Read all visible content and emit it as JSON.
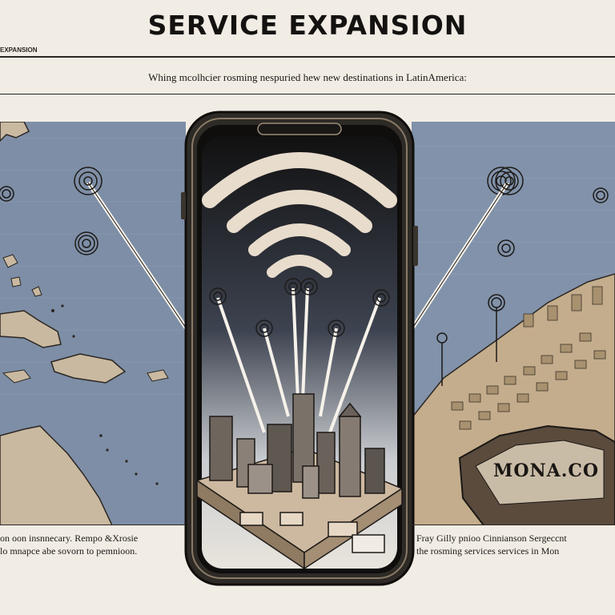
{
  "header": {
    "title": "SERVICE EXPANSION",
    "tag": "EXPANSION"
  },
  "subtitle": "Whing mcolhcier rosming nespuried hew new destinations in LatinAmerica:",
  "map": {
    "region_label": "MONA.CO"
  },
  "captions": {
    "left_line1": "on oon insnnecary. Rempo &Xrosie",
    "left_line2": "lo mnapce abe sovorn to pemnioon.",
    "right_line1": "Fray Gilly pnioo Cinnianson Sergeccnt",
    "right_line2": "the rosming services services in Mon"
  },
  "icons": {
    "phone": "smartphone-icon",
    "wifi": "wifi-signal-icon",
    "tower": "signal-tower-icon"
  },
  "colors": {
    "paper": "#f1ece4",
    "sea": "#7d8ea6",
    "land": "#c9b9a0",
    "ink": "#1c1916",
    "phone_body": "#2e2a26"
  }
}
